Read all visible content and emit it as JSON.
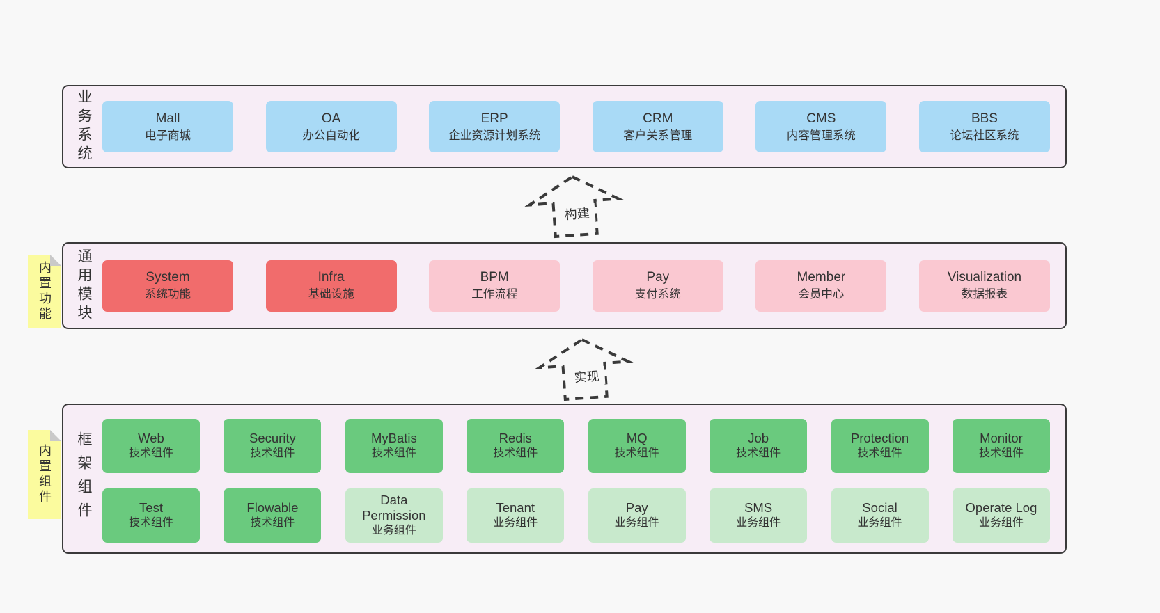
{
  "diagram": {
    "arrows": [
      {
        "label": "构建"
      },
      {
        "label": "实现"
      }
    ],
    "colors": {
      "page_bg": "#f8f8f8",
      "band_bg": "#f7edf6",
      "band_border": "#3a3a3a",
      "blue_box": "#a9daf6",
      "red_box": "#f16c6c",
      "pink_box": "#fac8d1",
      "green_dark_box": "#6aca7e",
      "green_light_box": "#c8e9cc",
      "sticky_yellow": "#fbfb9e",
      "text": "#333333"
    },
    "bands": [
      {
        "label": "业务系统",
        "boxes": [
          {
            "name": "Mall",
            "desc": "电子商城",
            "variant": "blue"
          },
          {
            "name": "OA",
            "desc": "办公自动化",
            "variant": "blue"
          },
          {
            "name": "ERP",
            "desc": "企业资源计划系统",
            "variant": "blue"
          },
          {
            "name": "CRM",
            "desc": "客户关系管理",
            "variant": "blue"
          },
          {
            "name": "CMS",
            "desc": "内容管理系统",
            "variant": "blue"
          },
          {
            "name": "BBS",
            "desc": "论坛社区系统",
            "variant": "blue"
          }
        ]
      },
      {
        "label": "通用模块",
        "sticky": "内置功能",
        "boxes": [
          {
            "name": "System",
            "desc": "系统功能",
            "variant": "red"
          },
          {
            "name": "Infra",
            "desc": "基础设施",
            "variant": "red"
          },
          {
            "name": "BPM",
            "desc": "工作流程",
            "variant": "pink"
          },
          {
            "name": "Pay",
            "desc": "支付系统",
            "variant": "pink"
          },
          {
            "name": "Member",
            "desc": "会员中心",
            "variant": "pink"
          },
          {
            "name": "Visualization",
            "desc": "数据报表",
            "variant": "pink"
          }
        ]
      },
      {
        "label": "框架组件",
        "sticky": "内置组件",
        "rows": [
          [
            {
              "name": "Web",
              "desc": "技术组件",
              "variant": "green-dark"
            },
            {
              "name": "Security",
              "desc": "技术组件",
              "variant": "green-dark"
            },
            {
              "name": "MyBatis",
              "desc": "技术组件",
              "variant": "green-dark"
            },
            {
              "name": "Redis",
              "desc": "技术组件",
              "variant": "green-dark"
            },
            {
              "name": "MQ",
              "desc": "技术组件",
              "variant": "green-dark"
            },
            {
              "name": "Job",
              "desc": "技术组件",
              "variant": "green-dark"
            },
            {
              "name": "Protection",
              "desc": "技术组件",
              "variant": "green-dark"
            },
            {
              "name": "Monitor",
              "desc": "技术组件",
              "variant": "green-dark"
            }
          ],
          [
            {
              "name": "Test",
              "desc": "技术组件",
              "variant": "green-dark"
            },
            {
              "name": "Flowable",
              "desc": "技术组件",
              "variant": "green-dark"
            },
            {
              "name": "Data Permission",
              "desc": "业务组件",
              "variant": "green-light"
            },
            {
              "name": "Tenant",
              "desc": "业务组件",
              "variant": "green-light"
            },
            {
              "name": "Pay",
              "desc": "业务组件",
              "variant": "green-light"
            },
            {
              "name": "SMS",
              "desc": "业务组件",
              "variant": "green-light"
            },
            {
              "name": "Social",
              "desc": "业务组件",
              "variant": "green-light"
            },
            {
              "name": "Operate Log",
              "desc": "业务组件",
              "variant": "green-light"
            }
          ]
        ]
      }
    ]
  }
}
